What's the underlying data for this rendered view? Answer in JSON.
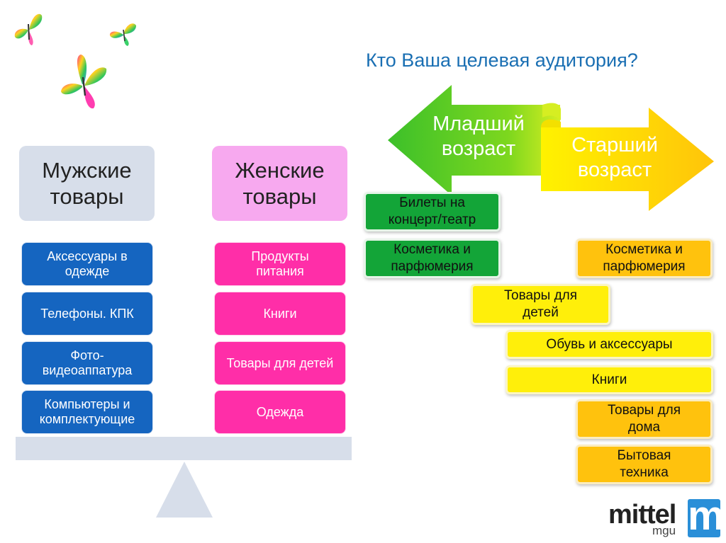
{
  "title": "Кто Ваша целевая аудитория?",
  "men": {
    "header": [
      "Мужские",
      "товары"
    ],
    "items": [
      [
        "Аксессуары в",
        "одежде"
      ],
      [
        "Телефоны. КПК"
      ],
      [
        "Фото-",
        "видеоаппатура"
      ],
      [
        "Компьютеры и",
        "комплектующие"
      ]
    ]
  },
  "women": {
    "header": [
      "Женские",
      "товары"
    ],
    "items": [
      [
        "Продукты",
        "питания"
      ],
      [
        "Книги"
      ],
      [
        "Товары для детей"
      ],
      [
        "Одежда"
      ]
    ]
  },
  "arrows": {
    "younger": [
      "Младший",
      "возраст"
    ],
    "older": [
      "Старший",
      "возраст"
    ]
  },
  "age_items": [
    {
      "lines": [
        "Билеты на",
        "концерт/театр"
      ],
      "color": "#13a538"
    },
    {
      "lines": [
        "Косметика и",
        "парфюмерия"
      ],
      "color": "#13a538"
    },
    {
      "lines": [
        "Косметика и",
        "парфюмерия"
      ],
      "color": "#ffc20d"
    },
    {
      "lines": [
        "Товары для",
        "детей"
      ],
      "color": "#ffef0a"
    },
    {
      "lines": [
        "Обувь и аксессуары"
      ],
      "color": "#ffef0a"
    },
    {
      "lines": [
        "Книги"
      ],
      "color": "#ffef0a"
    },
    {
      "lines": [
        "Товары для",
        "дома"
      ],
      "color": "#ffc20d"
    },
    {
      "lines": [
        "Бытовая",
        "техника"
      ],
      "color": "#ffc20d"
    }
  ],
  "colors": {
    "men_header": "#d7deea",
    "women_header": "#f7a9ef",
    "men_item": "#1565c0",
    "women_item": "#ff2ea8",
    "younger_arrow": "#45c62b",
    "older_arrow": "#ffd400",
    "title": "#1a6fb3"
  },
  "logo": {
    "main": "mittel",
    "sub": "mgu",
    "mark": "m"
  }
}
